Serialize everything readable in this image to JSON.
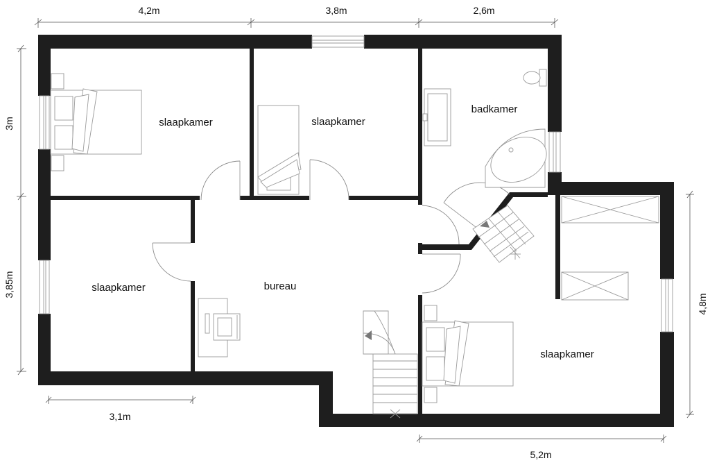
{
  "rooms": {
    "bedroom_top_left": "slaapkamer",
    "bedroom_top_middle": "slaapkamer",
    "bathroom": "badkamer",
    "bedroom_left": "slaapkamer",
    "office": "bureau",
    "bedroom_right": "slaapkamer"
  },
  "dimensions": {
    "top_1": "4,2m",
    "top_2": "3,8m",
    "top_3": "2,6m",
    "left_upper": "3m",
    "left_lower": "3,85m",
    "bottom_left": "3,1m",
    "bottom_right": "5,2m",
    "right": "4,8m"
  },
  "colors": {
    "wall": "#1e1e1e",
    "furniture_stroke": "#9a9a9a"
  }
}
